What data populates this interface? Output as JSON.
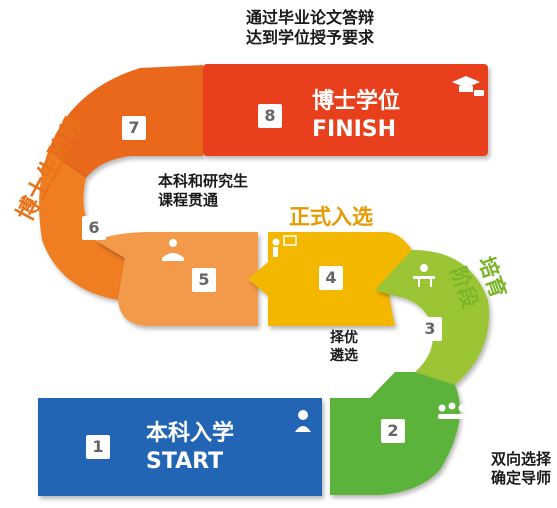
{
  "goal_note": [
    "通过毕业论文答辩",
    "达到学位授予要求"
  ],
  "stage_labels": {
    "doctoral": "博士生阶段",
    "formal": "正式入选",
    "training": "培育阶段"
  },
  "notes": {
    "step6": [
      "本科和研究生",
      "课程贯通"
    ],
    "step4": [
      "择优",
      "遴选"
    ],
    "step2": [
      "双向选择",
      "确定导师"
    ]
  },
  "steps": [
    {
      "num": "1",
      "title": "本科入学",
      "subtitle": "START",
      "color": "#2265b5",
      "icon": "person-tie-icon"
    },
    {
      "num": "2",
      "color": "#5bb33a",
      "icon": "group-meeting-icon"
    },
    {
      "num": "3",
      "color": "#9bc536",
      "icon": "desk-study-icon"
    },
    {
      "num": "4",
      "color": "#f4b700",
      "icon": "presentation-icon"
    },
    {
      "num": "5",
      "color": "#f29a4a",
      "icon": "reading-person-icon"
    },
    {
      "num": "6",
      "color": "#ef7d22"
    },
    {
      "num": "7",
      "color": "#e9671a"
    },
    {
      "num": "8",
      "title": "博士学位",
      "subtitle": "FINISH",
      "color": "#e8401f",
      "icon": "graduation-cap-icon"
    }
  ]
}
